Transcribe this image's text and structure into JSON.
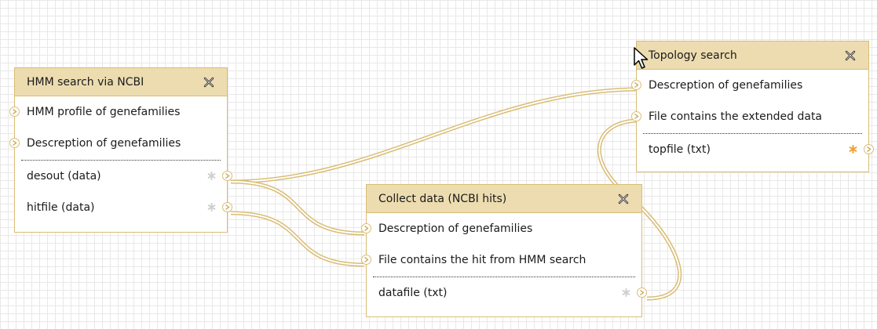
{
  "nodes": {
    "hmm_search": {
      "title": "HMM search via NCBI",
      "inputs": [
        "HMM profile of genefamilies",
        "Descreption of genefamilies"
      ],
      "outputs": [
        "desout (data)",
        "hitfile (data)"
      ]
    },
    "collect_data": {
      "title": "Collect data (NCBI hits)",
      "inputs": [
        "Descreption of genefamilies",
        "File contains the hit from HMM search"
      ],
      "outputs": [
        "datafile (txt)"
      ]
    },
    "topology_search": {
      "title": "Topology search",
      "inputs": [
        "Descreption of genefamilies",
        "File contains the extended data"
      ],
      "outputs": [
        "topfile (txt)"
      ]
    }
  },
  "icons": {
    "close": "close-icon",
    "input_terminal": "chevron-right-icon",
    "output_terminal": "chevron-right-icon",
    "output_marker_inactive": "asterisk-icon",
    "output_marker_active": "asterisk-icon",
    "pointer": "mouse-pointer-icon"
  },
  "colors": {
    "node_border": "#d9bd75",
    "node_title_bg": "#ecdcb0",
    "connector": "#d9bd75",
    "marker_inactive": "#cfcfcf",
    "marker_active": "#f0a030",
    "grid": "#e8e8e8"
  }
}
